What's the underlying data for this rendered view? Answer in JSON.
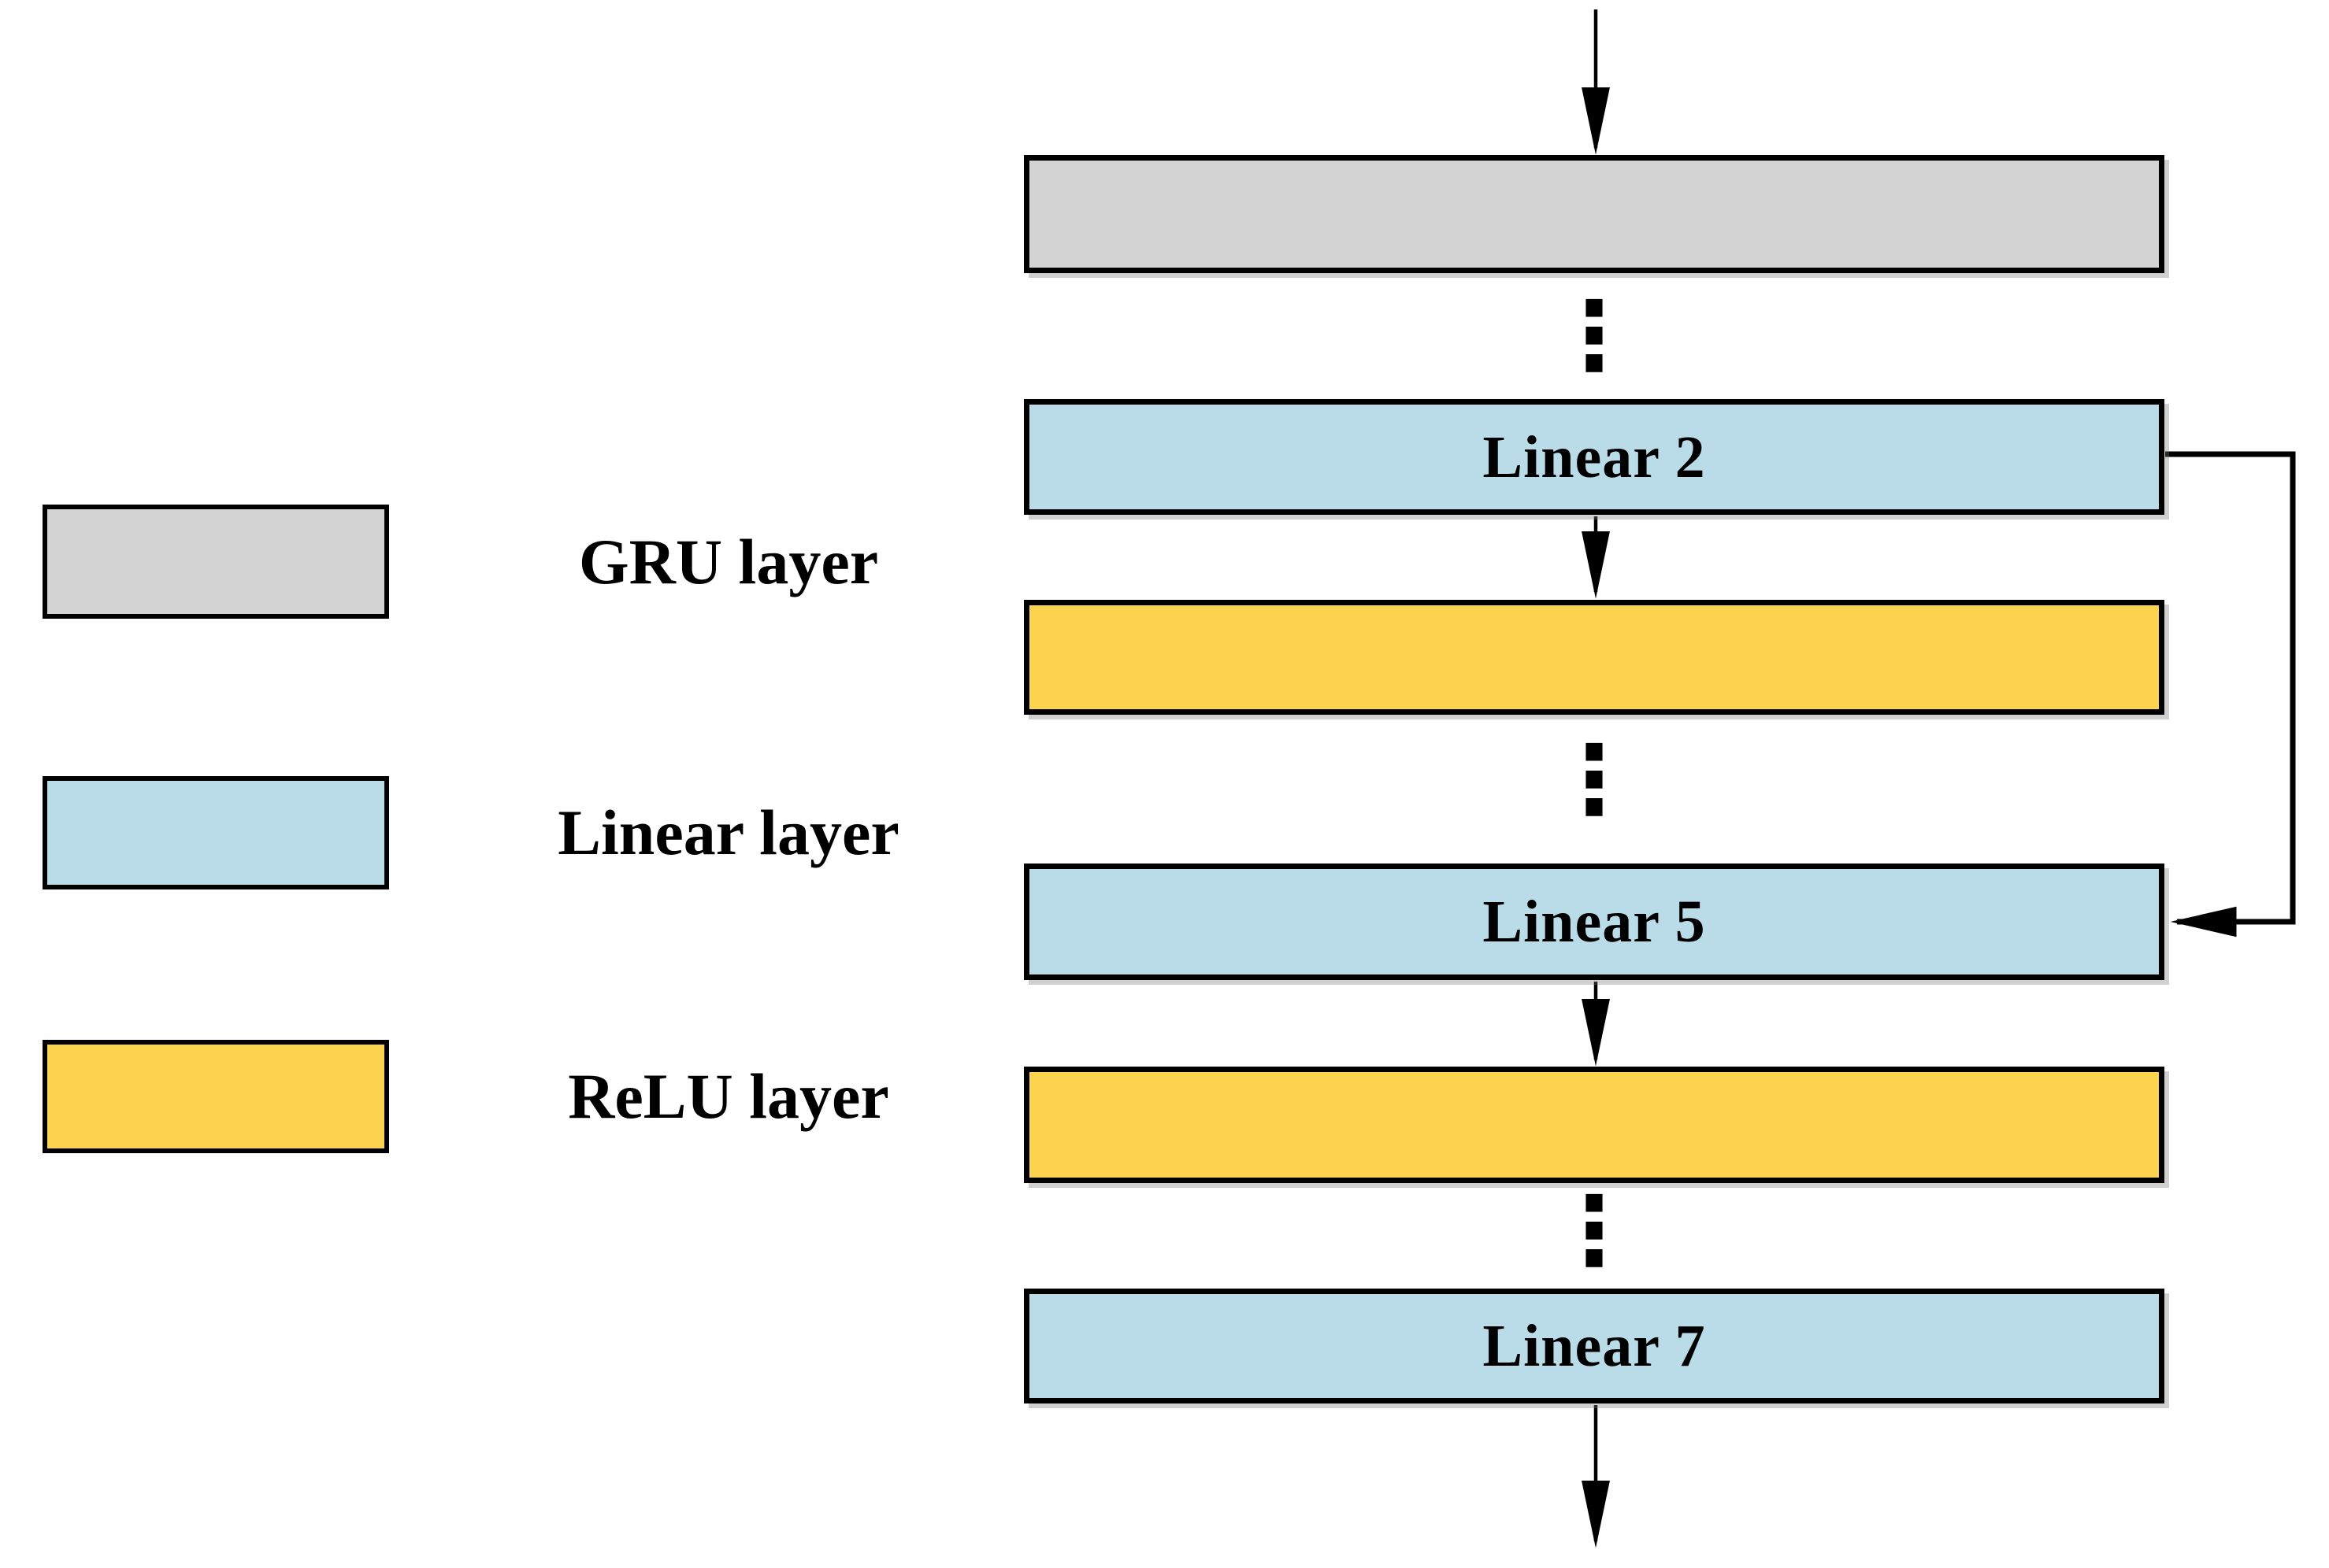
{
  "diagram": {
    "type": "neural-network-architecture",
    "colors": {
      "gru_fill": "#d3d3d3",
      "linear_fill": "#b9dce8",
      "relu_fill": "#fcd34f",
      "outline": "#000000",
      "background": "#ffffff"
    },
    "legend": {
      "items": [
        {
          "id": "gru",
          "label": "GRU layer",
          "color": "#d3d3d3"
        },
        {
          "id": "linear",
          "label": "Linear layer",
          "color": "#b9dce8"
        },
        {
          "id": "relu",
          "label": "ReLU layer",
          "color": "#fcd34f"
        }
      ]
    },
    "flow": {
      "nodes": [
        {
          "id": "gru-layer",
          "type": "gru",
          "label": ""
        },
        {
          "id": "linear-2",
          "type": "linear",
          "label": "Linear 2"
        },
        {
          "id": "relu-layer-1",
          "type": "relu",
          "label": ""
        },
        {
          "id": "linear-5",
          "type": "linear",
          "label": "Linear 5"
        },
        {
          "id": "relu-layer-2",
          "type": "relu",
          "label": ""
        },
        {
          "id": "linear-7",
          "type": "linear",
          "label": "Linear 7"
        }
      ],
      "ellipsis": "⋮",
      "connections": [
        {
          "from": "input",
          "to": "gru-layer",
          "kind": "arrow"
        },
        {
          "from": "linear-2",
          "to": "relu-layer-1",
          "kind": "arrow"
        },
        {
          "from": "linear-2",
          "to": "linear-5",
          "kind": "skip-connection"
        },
        {
          "from": "linear-5",
          "to": "relu-layer-2",
          "kind": "arrow"
        },
        {
          "from": "linear-7",
          "to": "output",
          "kind": "arrow"
        }
      ]
    }
  }
}
